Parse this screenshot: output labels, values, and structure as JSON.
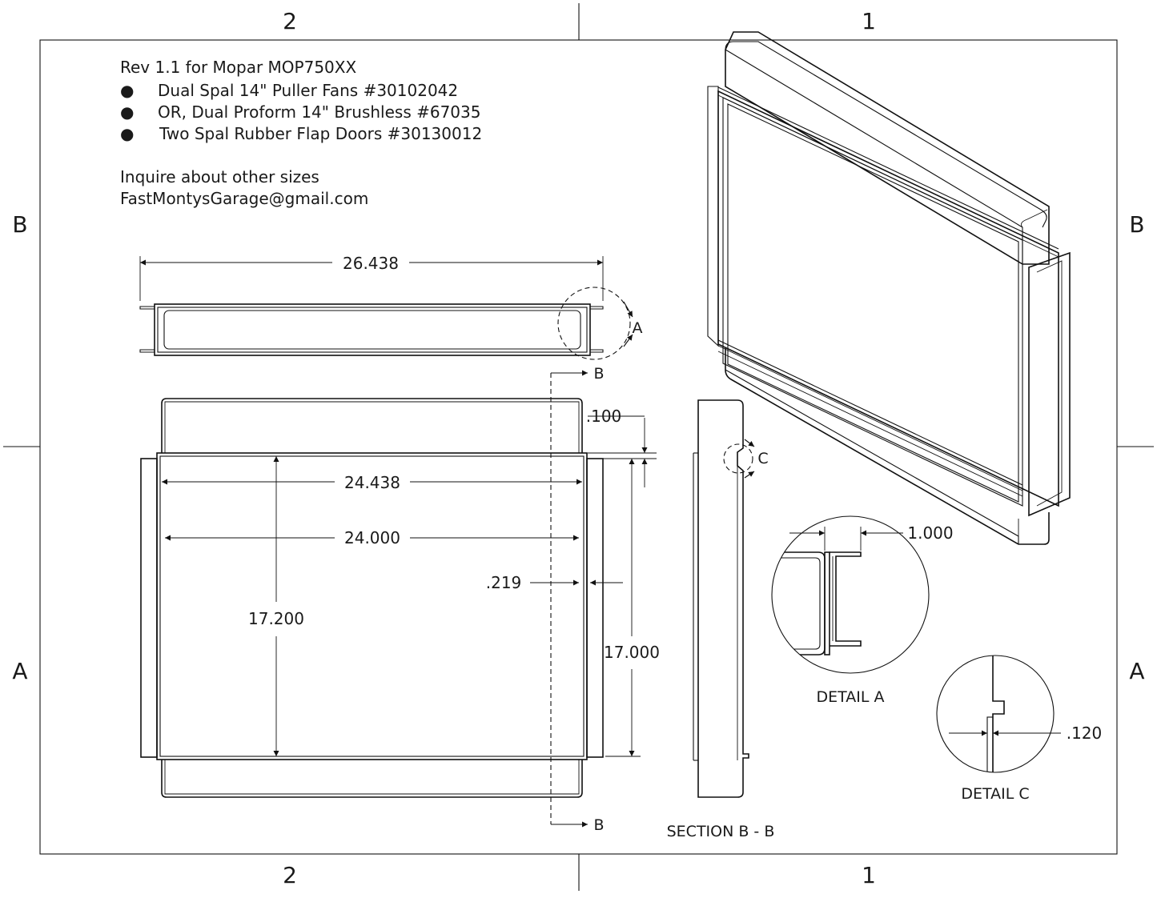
{
  "zones": {
    "top": [
      "2",
      "1"
    ],
    "bottom": [
      "2",
      "1"
    ],
    "left": [
      "B",
      "A"
    ],
    "right": [
      "B",
      "A"
    ]
  },
  "notes": {
    "rev": "Rev 1.1 for Mopar MOP750XX",
    "bullet": "●",
    "items": [
      "Dual Spal 14\" Puller Fans #30102042",
      "OR, Dual Proform 14\" Brushless #67035",
      "Two Spal Rubber Flap Doors #30130012"
    ],
    "inquire": "Inquire about other sizes",
    "email": "FastMontysGarage@gmail.com"
  },
  "dimensions": {
    "overall_width": "26.438",
    "flange_height": ".100",
    "outer_width": "24.438",
    "inner_width": "24.000",
    "side_gap": ".219",
    "inner_height": "17.200",
    "outer_height": "17.000",
    "detail_a_width": "1.000",
    "detail_c_width": ".120"
  },
  "labels": {
    "detail_a_marker": "A",
    "detail_c_marker": "C",
    "section_marker_top": "B",
    "section_marker_bottom": "B",
    "section_title": "SECTION B - B",
    "detail_a_title": "DETAIL A",
    "detail_c_title": "DETAIL C"
  }
}
